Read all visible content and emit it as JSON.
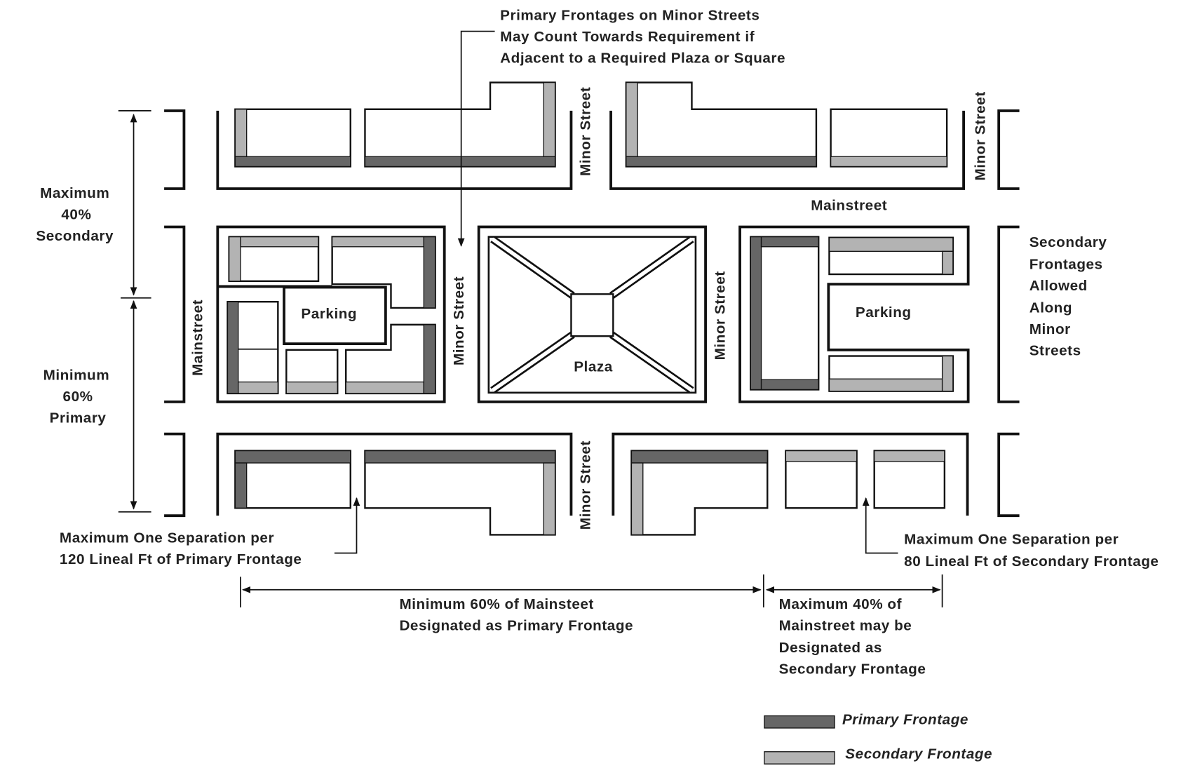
{
  "callouts": {
    "minor_street_primary": [
      "Primary Frontages on Minor Streets",
      "May Count Towards Requirement if",
      "Adjacent to a Required Plaza or Square"
    ],
    "primary_separation": [
      "Maximum One Separation per",
      "120 Lineal Ft of Primary Frontage"
    ],
    "secondary_separation": [
      "Maximum One Separation per",
      "80 Lineal Ft of Secondary Frontage"
    ],
    "secondary_allowed": [
      "Secondary",
      "Frontages",
      "Allowed",
      "Along",
      "Minor",
      "Streets"
    ]
  },
  "vertical_dimension": {
    "upper": [
      "Maximum",
      "40%",
      "Secondary"
    ],
    "lower": [
      "Minimum",
      "60%",
      "Primary"
    ]
  },
  "horizontal_dimension": {
    "left": [
      "Minimum 60% of Mainsteet",
      "Designated as Primary Frontage"
    ],
    "right": [
      "Maximum 40% of",
      "Mainstreet may be",
      "Designated as",
      "Secondary Frontage"
    ]
  },
  "streets": {
    "minor": "Minor Street",
    "main": "Mainstreet"
  },
  "areas": {
    "parking": "Parking",
    "plaza": "Plaza"
  },
  "legend": {
    "primary": {
      "label": "Primary Frontage",
      "color": "#666666"
    },
    "secondary": {
      "label": "Secondary Frontage",
      "color": "#b3b3b3"
    }
  }
}
